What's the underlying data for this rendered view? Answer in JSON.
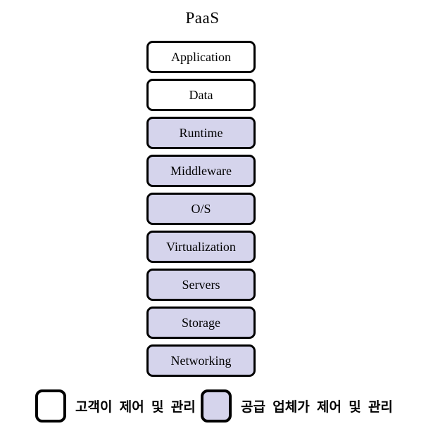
{
  "title": "PaaS",
  "colors": {
    "customer_fill": "#ffffff",
    "vendor_fill": "#d5d4ec",
    "border": "#000000"
  },
  "stack": {
    "boxes": [
      {
        "label": "Application",
        "type": "customer"
      },
      {
        "label": "Data",
        "type": "customer"
      },
      {
        "label": "Runtime",
        "type": "vendor"
      },
      {
        "label": "Middleware",
        "type": "vendor"
      },
      {
        "label": "O/S",
        "type": "vendor"
      },
      {
        "label": "Virtualization",
        "type": "vendor"
      },
      {
        "label": "Servers",
        "type": "vendor"
      },
      {
        "label": "Storage",
        "type": "vendor"
      },
      {
        "label": "Networking",
        "type": "vendor"
      }
    ]
  },
  "legend": {
    "items": [
      {
        "swatch": "customer",
        "label": "고객이 제어 및 관리"
      },
      {
        "swatch": "vendor",
        "label": "공급 업체가 제어 및 관리"
      }
    ]
  }
}
